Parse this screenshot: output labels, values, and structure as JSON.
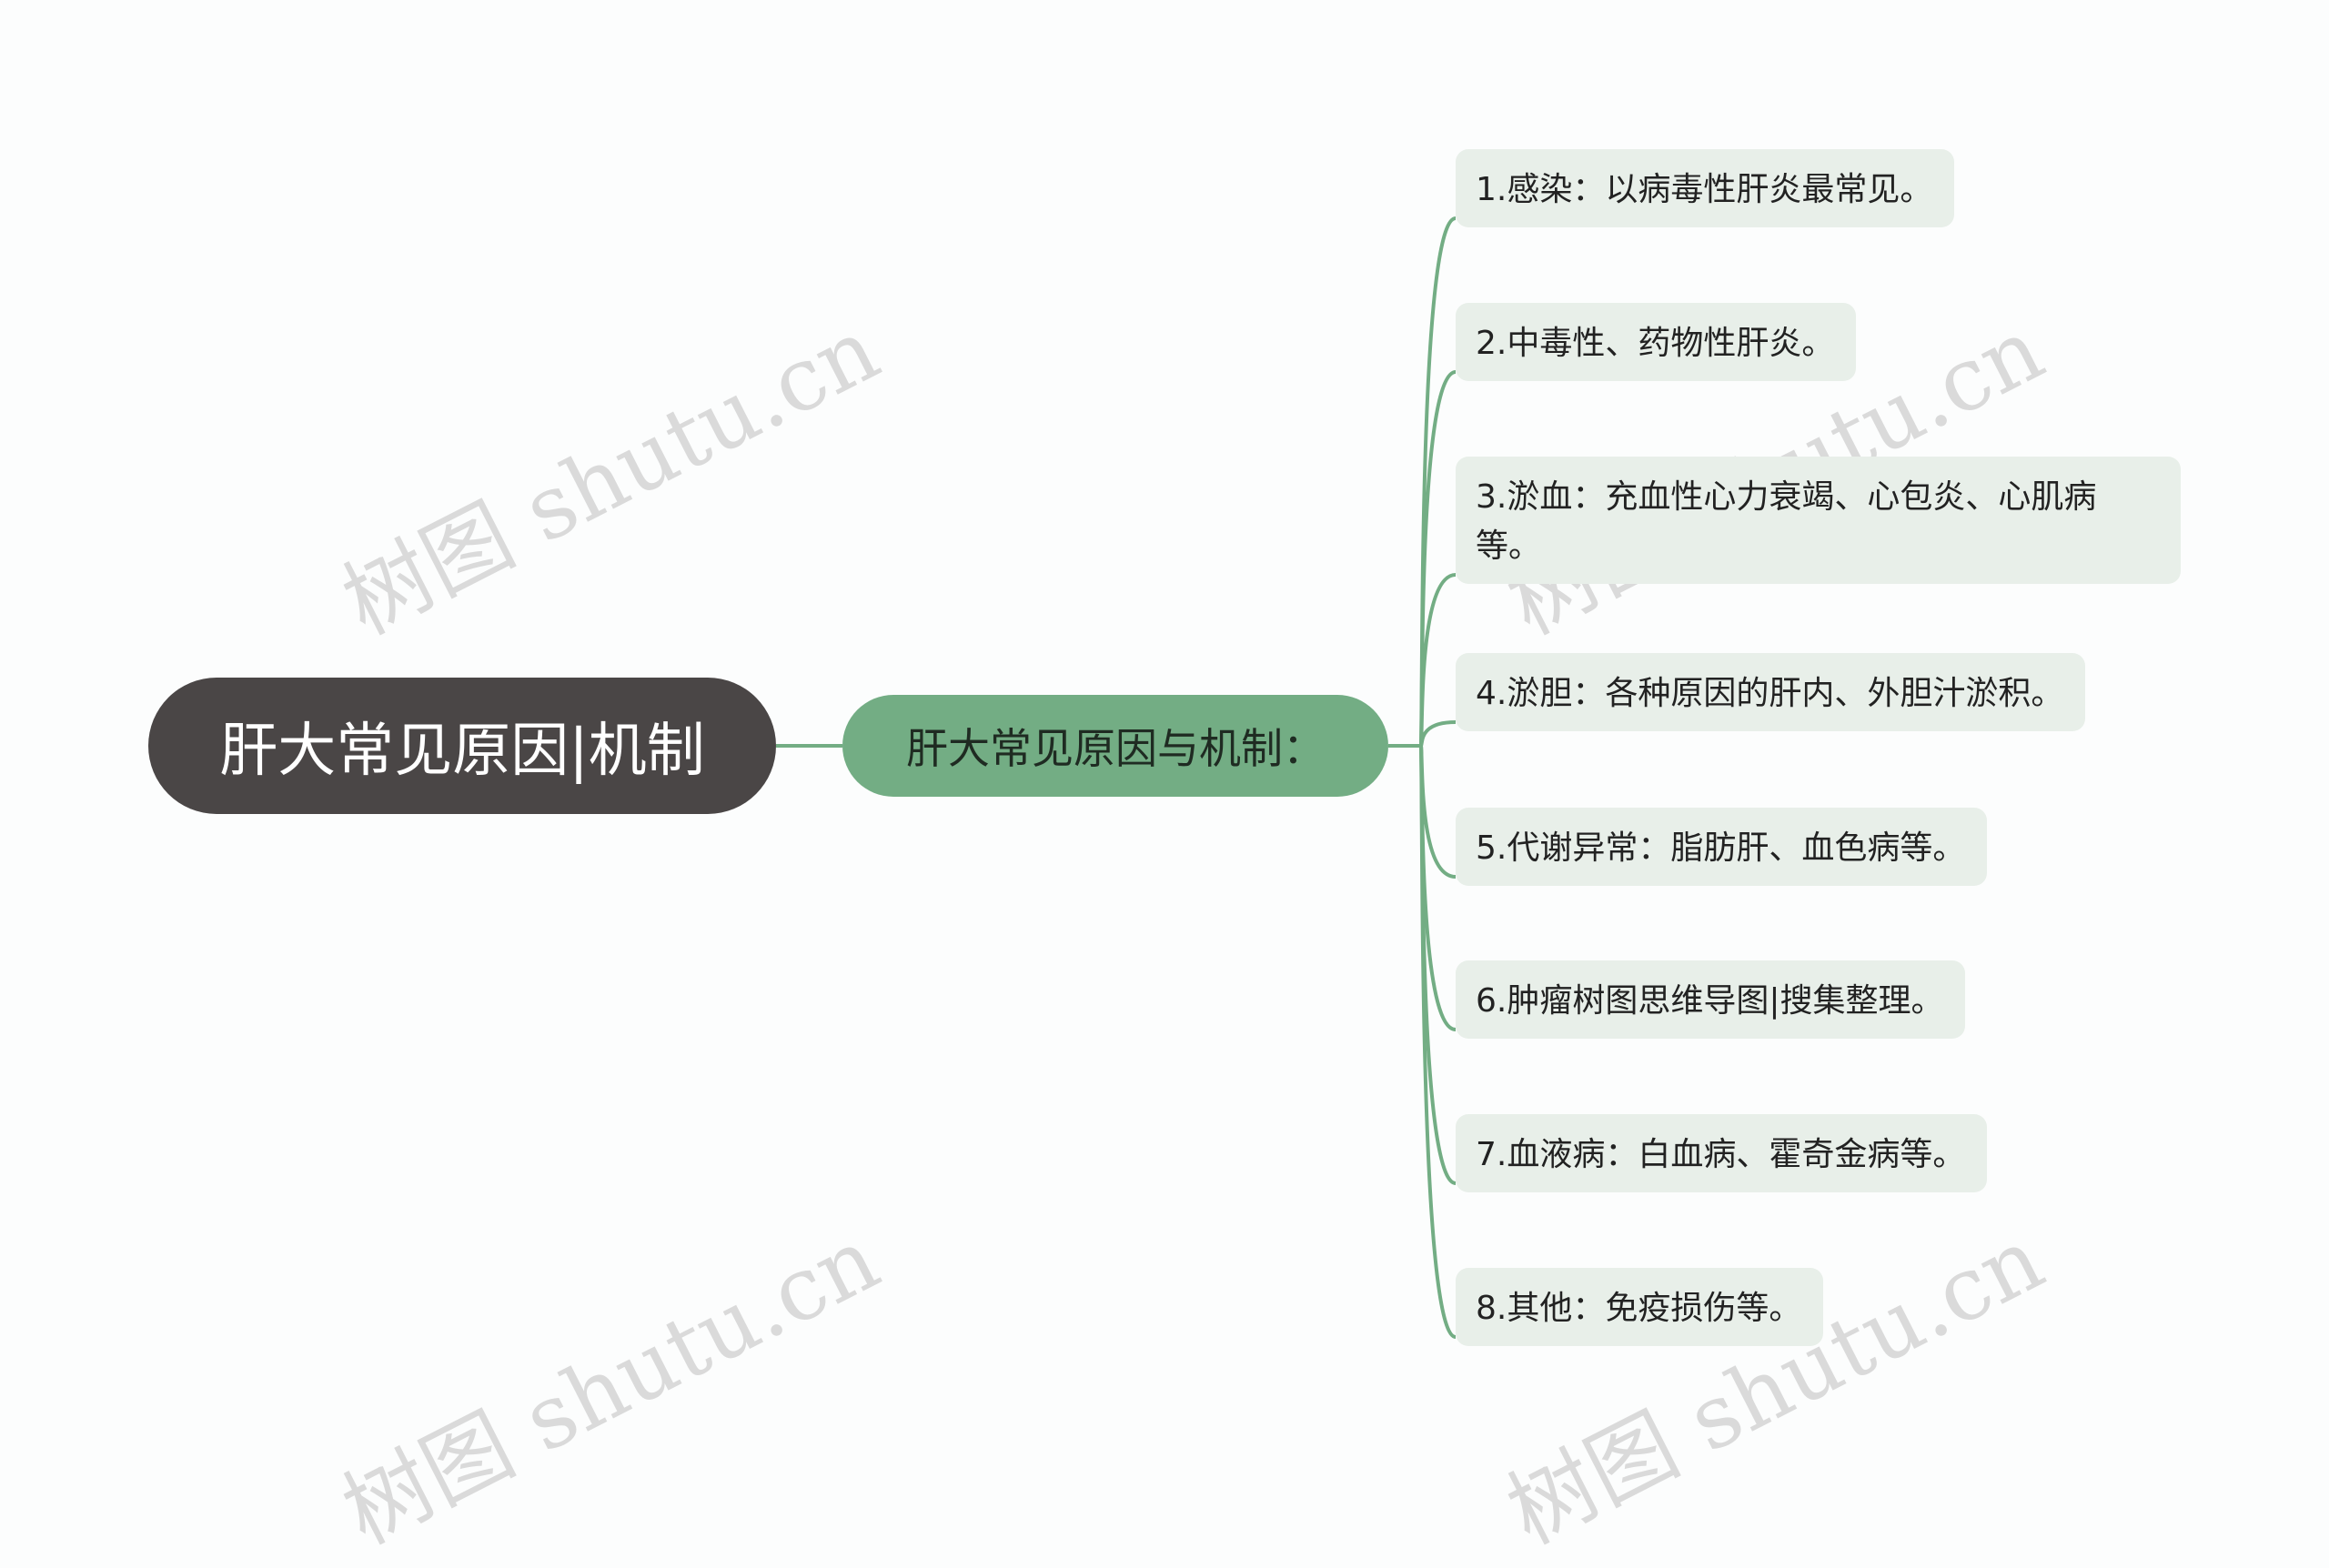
{
  "root": {
    "label": "肝大常见原因|机制"
  },
  "branch": {
    "label": "肝大常见原因与机制："
  },
  "leaves": [
    "1.感染：以病毒性肝炎最常见。",
    "2.中毒性、药物性肝炎。",
    "3.淤血：充血性心力衰竭、心包炎、心肌病等。",
    "4.淤胆：各种原因的肝内、外胆汁淤积。",
    "5.代谢异常：脂肪肝、血色病等。",
    "6.肿瘤树图思维导图|搜集整理。",
    "7.血液病：白血病、霍奇金病等。",
    "8.其他：免疫损伤等。"
  ],
  "watermark": "树图 shutu.cn",
  "colors": {
    "root_bg": "#4a4646",
    "branch_bg": "#73ad84",
    "leaf_bg": "#e8efe9",
    "connector": "#73ad84"
  }
}
